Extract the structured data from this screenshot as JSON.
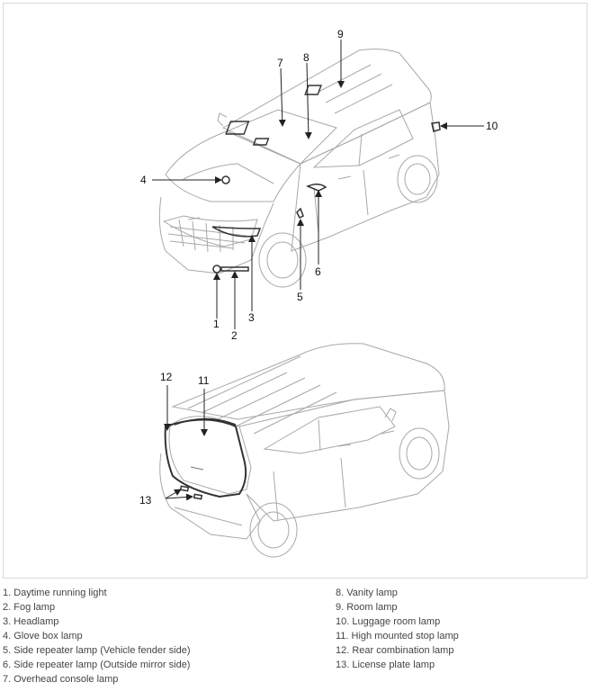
{
  "callouts": {
    "c1": "1",
    "c2": "2",
    "c3": "3",
    "c4": "4",
    "c5": "5",
    "c6": "6",
    "c7": "7",
    "c8": "8",
    "c9": "9",
    "c10": "10",
    "c11": "11",
    "c12": "12",
    "c13": "13"
  },
  "legend": {
    "left": [
      "1. Daytime running light",
      "2. Fog lamp",
      "3. Headlamp",
      "4. Glove box lamp",
      "5. Side repeater lamp (Vehicle fender side)",
      "6. Side repeater lamp (Outside mirror side)",
      "7. Overhead console lamp"
    ],
    "right": [
      "8. Vanity lamp",
      "9. Room lamp",
      "10. Luggage room lamp",
      "11. High mounted stop lamp",
      "12. Rear combination lamp",
      "13. License plate lamp"
    ]
  },
  "colors": {
    "outline": "#a8a8a8",
    "callout_line": "#222222",
    "part": "#333333"
  }
}
